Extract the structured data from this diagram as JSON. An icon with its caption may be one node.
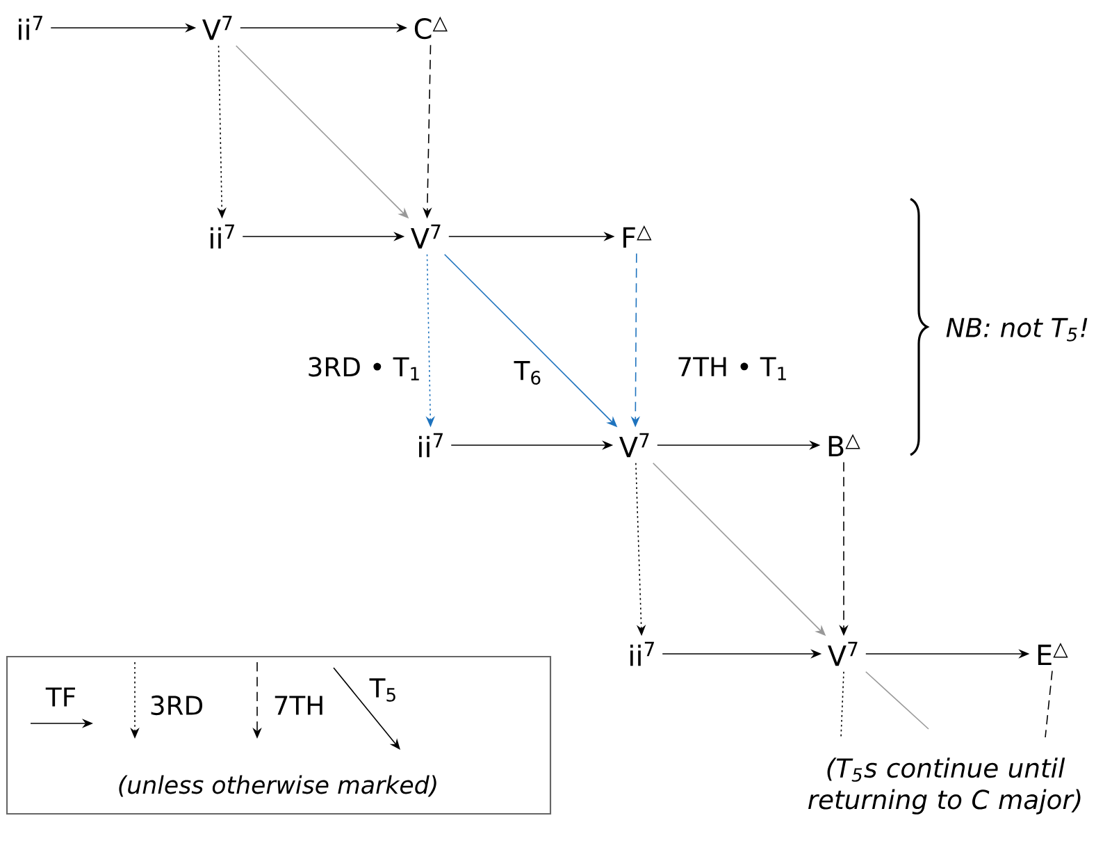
{
  "diagram": {
    "nodes": [
      {
        "text": [
          "ii$^{7}$"
        ]
      },
      {
        "text": [
          "V$^{7}$"
        ]
      },
      {
        "text": [
          "C$^{△}$"
        ]
      },
      {
        "text": [
          "ii$^{7}$"
        ]
      },
      {
        "text": [
          "V$^{7}$"
        ]
      },
      {
        "text": [
          "F$^{△}$"
        ]
      },
      {
        "text": [
          "ii$^{7}$"
        ]
      },
      {
        "text": [
          "V$^{7}$"
        ]
      },
      {
        "text": [
          "B$^{△}$"
        ]
      },
      {
        "text": [
          "ii$^{7}$"
        ]
      },
      {
        "text": [
          "V$^{7}$"
        ]
      },
      {
        "text": [
          "E$^{△}$"
        ]
      }
    ],
    "edges": [
      {
        "from": 0,
        "to": 1,
        "arrow": "to"
      },
      {
        "from": 1,
        "to": 2,
        "arrow": "to"
      },
      {
        "from": 1,
        "to": 3,
        "arrow": "to",
        "style": "dashed"
      },
      {
        "from": 1,
        "to": 4,
        "arrow": "to",
        "color": "#999999"
      },
      {
        "from": 2,
        "to": 4,
        "arrow": "to",
        "style": "dashed"
      },
      {
        "from": 3,
        "to": 4,
        "arrow": "to"
      },
      {
        "from": 4,
        "to": 5,
        "arrow": "to"
      },
      {
        "from": 4,
        "to": 6,
        "arrow": "to",
        "style": "dashed",
        "color": "#1e73be",
        "label": "3RD • T$_{1}$"
      },
      {
        "from": 4,
        "to": 7,
        "arrow": "to",
        "color": "#1e73be",
        "label": "T$_{6}$"
      },
      {
        "from": 5,
        "to": 7,
        "arrow": "to",
        "style": "dashed",
        "color": "#1e73be",
        "label": "7TH • T$_{1}$"
      },
      {
        "from": 6,
        "to": 7,
        "arrow": "to"
      },
      {
        "from": 7,
        "to": 8,
        "arrow": "to"
      },
      {
        "from": 7,
        "to": 9,
        "arrow": "to",
        "style": "dashed"
      },
      {
        "from": 7,
        "to": 10,
        "arrow": "to",
        "color": "#999999"
      },
      {
        "from": 8,
        "to": 10,
        "arrow": "to",
        "style": "dashed"
      },
      {
        "from": 9,
        "to": 10,
        "arrow": "to"
      },
      {
        "from": 10,
        "to": 11,
        "arrow": "to"
      },
      {
        "from": 10,
        "to": null,
        "arrow": "none",
        "style": "dashed"
      },
      {
        "from": 10,
        "to": null,
        "arrow": "none",
        "color": "#999999"
      },
      {
        "from": 11,
        "to": null,
        "arrow": "none",
        "style": "dashed"
      }
    ],
    "labels": [
      "NB: not T$_{5}$!",
      "(T$_{5}$s continue until returning to C major)",
      "(unless otherwise marked)"
    ],
    "legend": [
      {
        "text": "TF"
      },
      {
        "text": "3RD"
      },
      {
        "text": "7TH"
      },
      {
        "text": "T$_{5}$"
      }
    ]
  }
}
